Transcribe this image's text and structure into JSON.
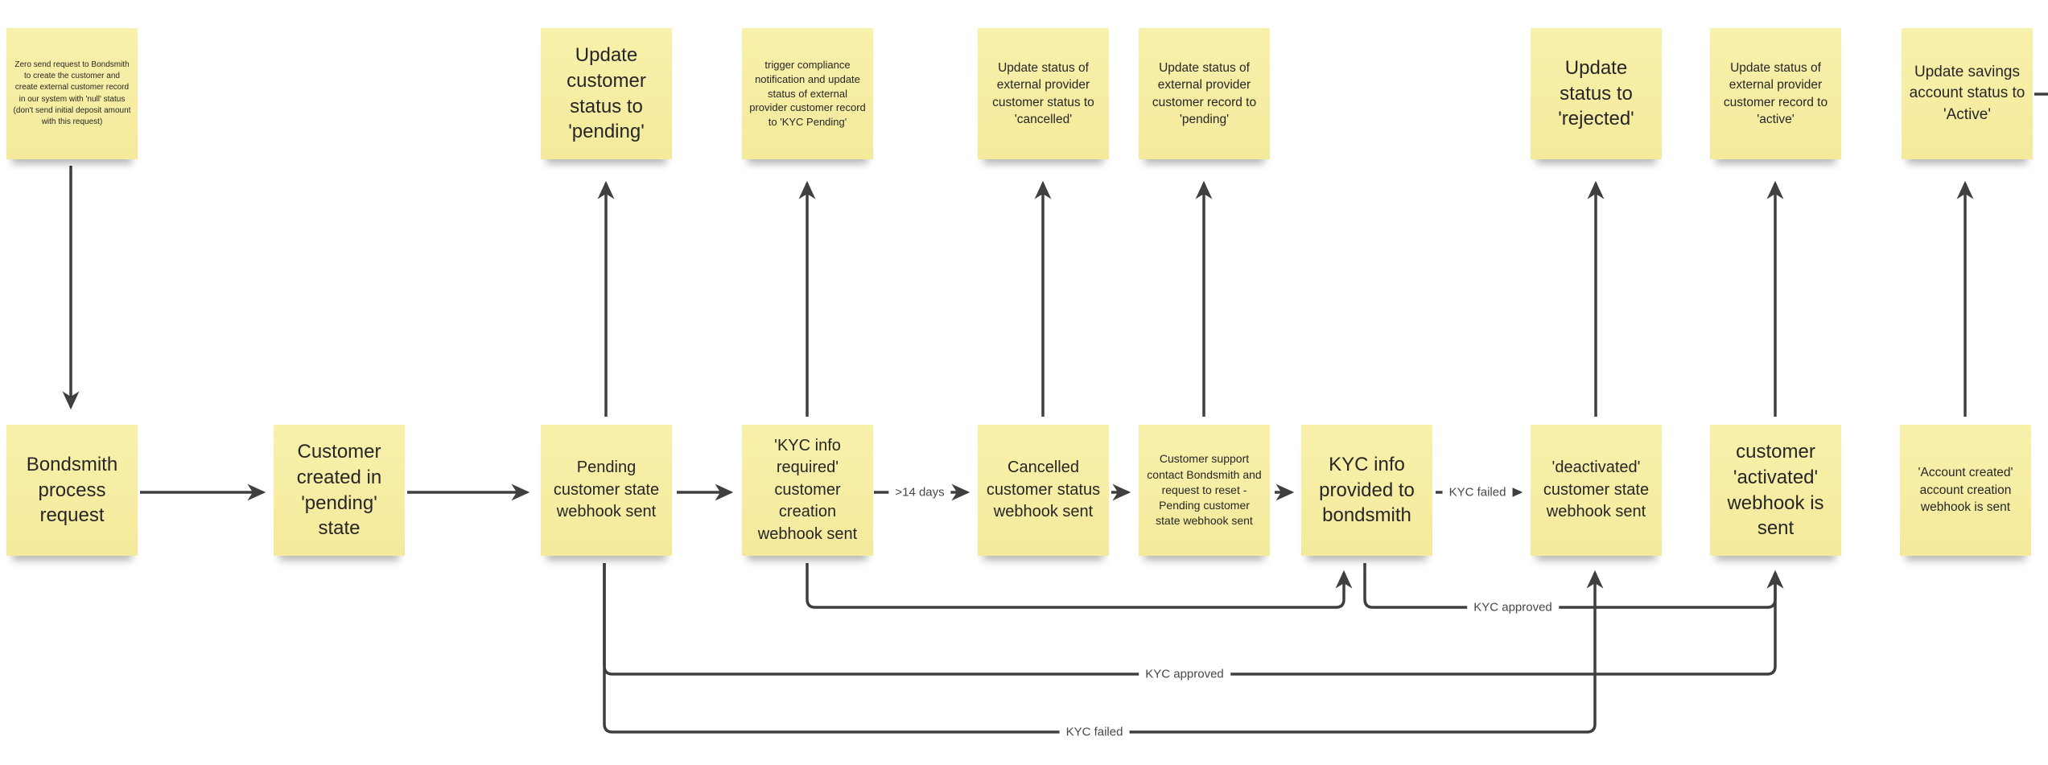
{
  "board": {
    "background": "#ffffff",
    "note_color_top": "#f8f1ab",
    "note_color_bottom": "#f4ea9c",
    "line_color": "#3f3f3f",
    "edge_label_color": "#474747",
    "note_text_color": "#262626"
  },
  "notes": {
    "zero_send_request": "Zero send request to Bondsmith to create the customer and create external customer record in our system with 'null' status (don't send initial deposit amount with this request)",
    "update_status_pending": "Update customer status to 'pending'",
    "trigger_compliance": "trigger compliance notification and update status of external provider customer record to 'KYC Pending'",
    "update_external_cancelled": "Update status of external provider customer status to 'cancelled'",
    "update_external_pending": "Update status of external provider customer record to 'pending'",
    "update_status_rejected": "Update status to 'rejected'",
    "update_external_active": "Update status of external provider customer record to 'active'",
    "update_savings_active": "Update savings account status to 'Active'",
    "bondsmith_process": "Bondsmith process request",
    "customer_created_pending": "Customer created in 'pending' state",
    "pending_webhook": "Pending customer state webhook sent",
    "kyc_info_required": "'KYC info required' customer creation webhook sent",
    "cancelled_webhook": "Cancelled customer status webhook sent",
    "customer_support_reset": "Customer support contact Bondsmith and request to reset -  Pending customer state webhook sent",
    "kyc_info_provided": "KYC info provided to bondsmith",
    "deactivated_webhook": "'deactivated' customer state webhook sent",
    "activated_webhook": "customer 'activated' webhook is sent",
    "account_created_webhook": "'Account created' account creation webhook is sent"
  },
  "edge_labels": {
    "over_14_days": ">14 days",
    "kyc_failed_short": "KYC failed",
    "kyc_approved_upper": "KYC approved",
    "kyc_approved_lower": "KYC approved",
    "kyc_failed_lower": "KYC failed"
  },
  "edges": [
    {
      "from": "zero_send_request",
      "to": "bondsmith_process",
      "label": ""
    },
    {
      "from": "bondsmith_process",
      "to": "customer_created_pending",
      "label": ""
    },
    {
      "from": "customer_created_pending",
      "to": "pending_webhook",
      "label": ""
    },
    {
      "from": "pending_webhook",
      "to": "update_status_pending",
      "label": ""
    },
    {
      "from": "pending_webhook",
      "to": "kyc_info_required",
      "label": ""
    },
    {
      "from": "kyc_info_required",
      "to": "trigger_compliance",
      "label": ""
    },
    {
      "from": "kyc_info_required",
      "to": "cancelled_webhook",
      "label": ">14 days"
    },
    {
      "from": "cancelled_webhook",
      "to": "update_external_cancelled",
      "label": ""
    },
    {
      "from": "cancelled_webhook",
      "to": "customer_support_reset",
      "label": ""
    },
    {
      "from": "customer_support_reset",
      "to": "update_external_pending",
      "label": ""
    },
    {
      "from": "customer_support_reset",
      "to": "kyc_info_provided",
      "label": ""
    },
    {
      "from": "kyc_info_required",
      "to": "kyc_info_provided",
      "label": ""
    },
    {
      "from": "kyc_info_provided",
      "to": "deactivated_webhook",
      "label": "KYC failed"
    },
    {
      "from": "kyc_info_provided",
      "to": "activated_webhook",
      "label": "KYC approved"
    },
    {
      "from": "pending_webhook",
      "to": "activated_webhook",
      "label": "KYC approved"
    },
    {
      "from": "pending_webhook",
      "to": "deactivated_webhook",
      "label": "KYC failed"
    },
    {
      "from": "deactivated_webhook",
      "to": "update_status_rejected",
      "label": ""
    },
    {
      "from": "activated_webhook",
      "to": "update_external_active",
      "label": ""
    },
    {
      "from": "account_created_webhook",
      "to": "update_savings_active",
      "label": ""
    }
  ]
}
